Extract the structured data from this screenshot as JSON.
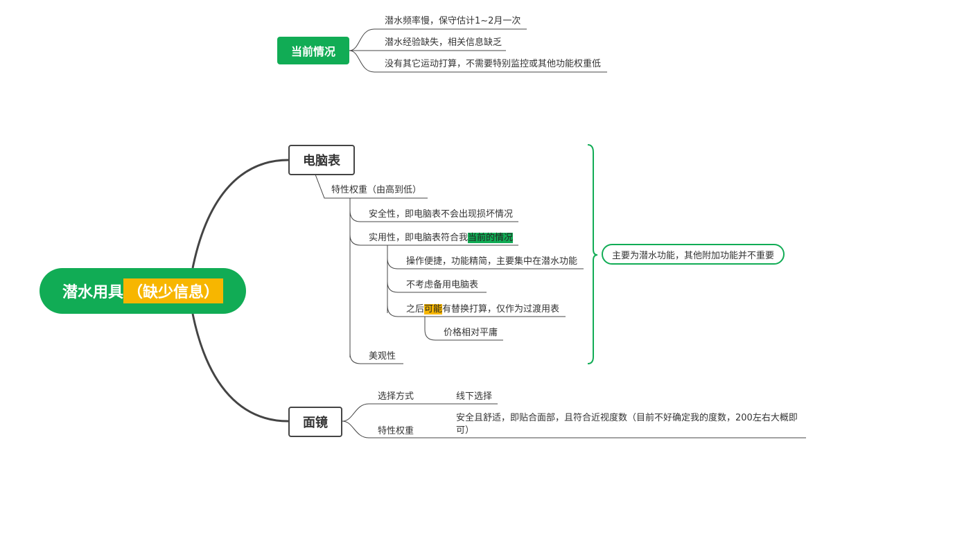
{
  "root": {
    "label": "潜水用具",
    "highlight": "（缺少信息）"
  },
  "current_situation": {
    "label": "当前情况",
    "items": [
      "潜水频率慢，保守估计1~2月一次",
      "潜水经验缺失，相关信息缺乏",
      "没有其它运动打算，不需要特别监控或其他功能权重低"
    ]
  },
  "watch": {
    "label": "电脑表",
    "weight_label": "特性权重（由高到低）",
    "safety": "安全性，即电脑表不会出现损坏情况",
    "practical_prefix": "实用性，即电脑表符合我",
    "practical_highlight": "当前的情况",
    "practical_items": {
      "ease": "操作便捷，功能精简，主要集中在潜水功能",
      "no_backup": "不考虑备用电脑表",
      "later_prefix": "之后",
      "later_highlight": "可能",
      "later_suffix": "有替换打算，仅作为过渡用表",
      "price": "价格相对平庸"
    },
    "aesthetics": "美观性",
    "summary": "主要为潜水功能，其他附加功能并不重要"
  },
  "mask": {
    "label": "面镜",
    "method_label": "选择方式",
    "method_value": "线下选择",
    "weight_label": "特性权重",
    "weight_value_line1": "安全且舒适，即贴合面部，且符合近视度数（目前不好确定我的度数，200左右大概即",
    "weight_value_line2": "可）"
  },
  "colors": {
    "green": "#11ac55",
    "yellow": "#f7b600",
    "line": "#444444"
  }
}
